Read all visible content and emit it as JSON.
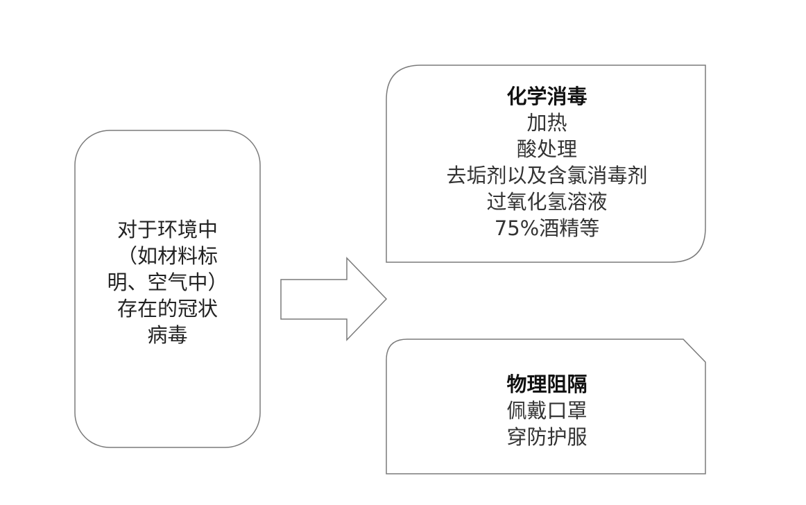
{
  "source_box": {
    "lines": [
      "对于环境中",
      "（如材料标",
      "明、空气中）",
      "存在的冠状",
      "病毒"
    ]
  },
  "chemical_box": {
    "title": "化学消毒",
    "items": [
      "加热",
      "酸处理",
      "去垢剂以及含氯消毒剂",
      "过氧化氢溶液",
      "75%酒精等"
    ]
  },
  "physical_box": {
    "title": "物理阻隔",
    "items": [
      "佩戴口罩",
      "穿防护服"
    ]
  },
  "colors": {
    "stroke": "#7a7a7a",
    "text": "#222222"
  }
}
